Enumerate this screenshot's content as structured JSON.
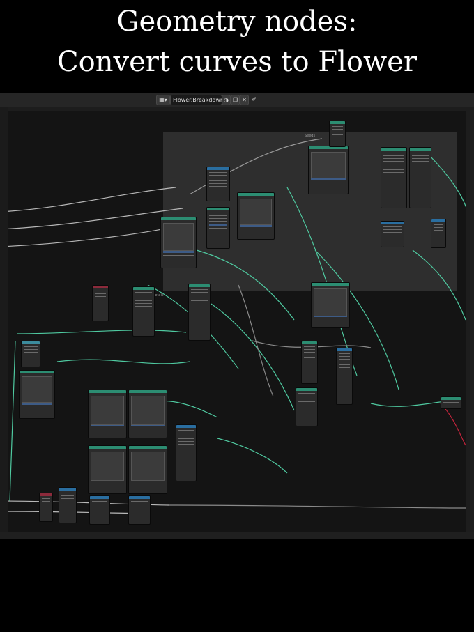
{
  "heading": {
    "line1": "Geometry nodes:",
    "line2": "Convert curves to Flower"
  },
  "editor": {
    "tree_name": "Flower.Breakdown",
    "frame_label": "Seeds",
    "frame2_label": "Petals",
    "icons": [
      "node-tree-icon",
      "shield-icon",
      "copy-icon",
      "close-icon",
      "pin-icon"
    ]
  },
  "colors": {
    "geometry_socket": "#2c8d72",
    "vector_socket": "#2a6ea0",
    "input_node": "#8c2a3b",
    "wire": "#4fc9a0"
  }
}
